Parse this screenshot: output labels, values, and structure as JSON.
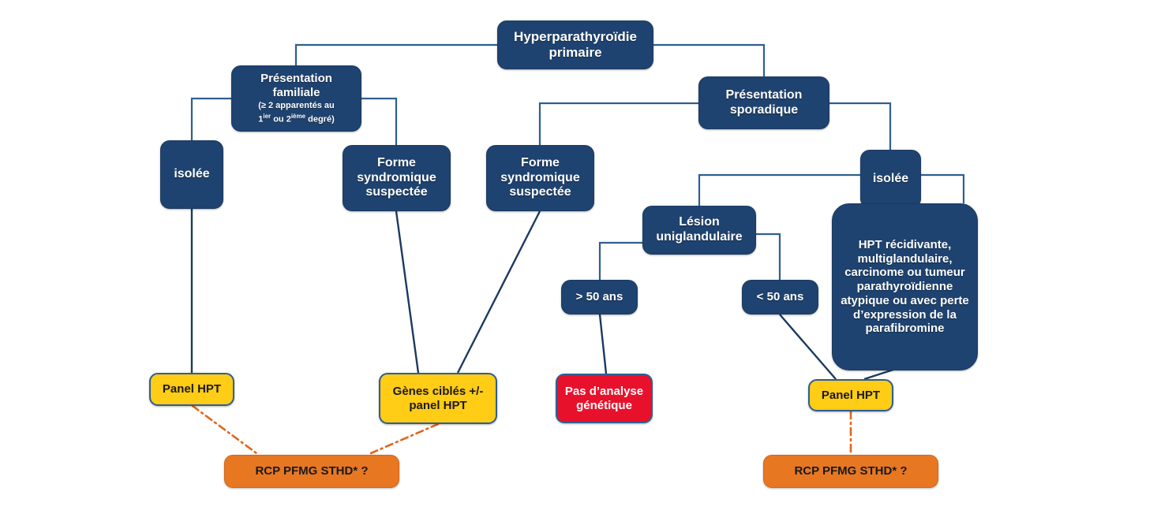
{
  "diagram": {
    "title": "Arbre decisionnel analyse genetique hyperparathyroidie primaire",
    "colors": {
      "blue_node": "#1f4370",
      "yellow_node": "#ffcc16",
      "red_node": "#e8112b",
      "orange_node": "#e87722",
      "connector_blue": "#2f5f91",
      "connector_orange": "#e2651c",
      "background": "#ffffff"
    },
    "nodes": {
      "root": {
        "label": "Hyperparathyroïdie primaire",
        "type": "blue"
      },
      "familiale": {
        "label": "Présentation familiale",
        "detail_line1": "(≥ 2 apparentés au",
        "detail_line2_pre": "1",
        "detail_line2_sup1": "ier",
        "detail_line2_mid": " ou 2",
        "detail_line2_sup2": "ième",
        "detail_line2_post": " degré)",
        "type": "blue"
      },
      "sporadique": {
        "label": "Présentation sporadique",
        "type": "blue"
      },
      "isolee_fam": {
        "label": "isolée",
        "type": "blue"
      },
      "forme_synd_fam": {
        "label": "Forme syndromique suspectée",
        "type": "blue"
      },
      "forme_synd_spo": {
        "label": "Forme syndromique suspectée",
        "type": "blue"
      },
      "isolee_spo": {
        "label": "isolée",
        "type": "blue"
      },
      "lesion_uni": {
        "label": "Lésion uniglandulaire",
        "type": "blue"
      },
      "age_sup": {
        "label": "> 50 ans",
        "type": "blue"
      },
      "age_inf": {
        "label": "< 50 ans",
        "type": "blue"
      },
      "hpt_recidivante": {
        "label": "HPT récidivante, multiglandulaire, carcinome ou tumeur parathyroïdienne atypique ou  avec perte d’expression de la parafibromine",
        "type": "blue"
      },
      "panel_hpt_left": {
        "label": "Panel HPT",
        "type": "yellow"
      },
      "genes_cibles": {
        "label": "Gènes ciblés +/- panel HPT",
        "type": "yellow"
      },
      "pas_analyse": {
        "label": "Pas d’analyse génétique",
        "type": "red"
      },
      "panel_hpt_right": {
        "label": "Panel HPT",
        "type": "yellow"
      },
      "rcp_left": {
        "label": "RCP PFMG STHD* ?",
        "type": "orange"
      },
      "rcp_right": {
        "label": "RCP PFMG STHD* ?",
        "type": "orange"
      }
    },
    "edges": [
      {
        "from": "root",
        "to": "familiale",
        "style": "solid"
      },
      {
        "from": "root",
        "to": "sporadique",
        "style": "solid"
      },
      {
        "from": "familiale",
        "to": "isolee_fam",
        "style": "solid"
      },
      {
        "from": "familiale",
        "to": "forme_synd_fam",
        "style": "solid"
      },
      {
        "from": "sporadique",
        "to": "forme_synd_spo",
        "style": "solid"
      },
      {
        "from": "sporadique",
        "to": "isolee_spo",
        "style": "solid"
      },
      {
        "from": "isolee_spo",
        "to": "lesion_uni",
        "style": "solid"
      },
      {
        "from": "isolee_spo",
        "to": "hpt_recidivante",
        "style": "solid"
      },
      {
        "from": "lesion_uni",
        "to": "age_sup",
        "style": "solid"
      },
      {
        "from": "lesion_uni",
        "to": "age_inf",
        "style": "solid"
      },
      {
        "from": "isolee_fam",
        "to": "panel_hpt_left",
        "style": "solid"
      },
      {
        "from": "forme_synd_fam",
        "to": "genes_cibles",
        "style": "solid"
      },
      {
        "from": "forme_synd_spo",
        "to": "genes_cibles",
        "style": "solid"
      },
      {
        "from": "age_sup",
        "to": "pas_analyse",
        "style": "solid"
      },
      {
        "from": "age_inf",
        "to": "panel_hpt_right",
        "style": "solid"
      },
      {
        "from": "hpt_recidivante",
        "to": "panel_hpt_right",
        "style": "solid"
      },
      {
        "from": "panel_hpt_left",
        "to": "rcp_left",
        "style": "dash-dot"
      },
      {
        "from": "genes_cibles",
        "to": "rcp_left",
        "style": "dash-dot"
      },
      {
        "from": "panel_hpt_right",
        "to": "rcp_right",
        "style": "dash-dot"
      }
    ]
  }
}
